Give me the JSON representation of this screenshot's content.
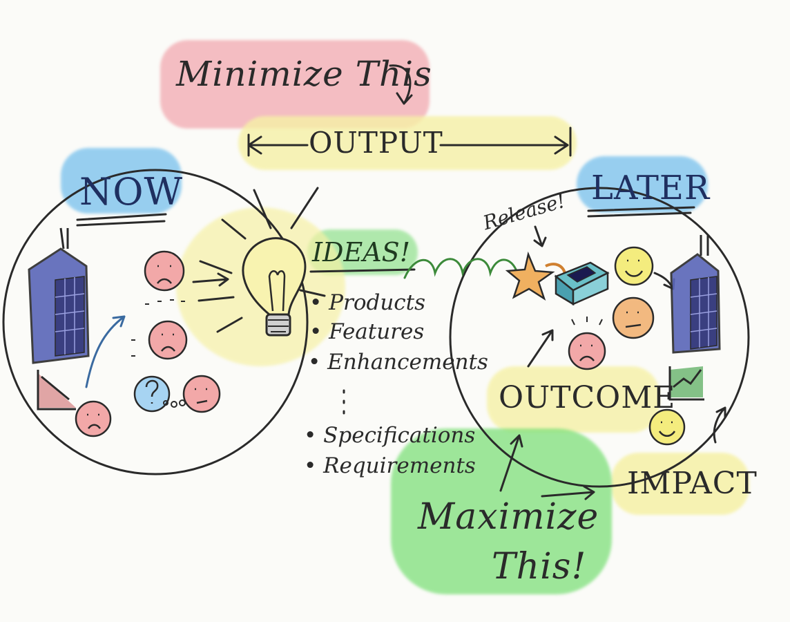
{
  "labels": {
    "minimize": "Minimize This",
    "output": "OUTPUT",
    "now": "NOW",
    "later": "LATER",
    "ideas": "IDEAS!",
    "release": "Release!",
    "outcome": "OUTCOME",
    "impact": "IMPACT",
    "maximize_line1": "Maximize",
    "maximize_line2": "This!"
  },
  "idea_items": [
    "Products",
    "Features",
    "Enhancements",
    "Specifications",
    "Requirements"
  ],
  "colors": {
    "pink_highlight": "#f2a9b0",
    "yellow_highlight": "#f6f1a6",
    "blue_highlight": "#7fc4ee",
    "green_highlight": "#7ee07a",
    "ink": "#2a2a2a",
    "sad_face": "#f2a8a8",
    "happy_face": "#f4ec7e",
    "neutral_face": "#f2b980",
    "building": "#5a66b8",
    "star": "#f0b060",
    "chart_down": "#d99090",
    "chart_up": "#66b36a"
  }
}
